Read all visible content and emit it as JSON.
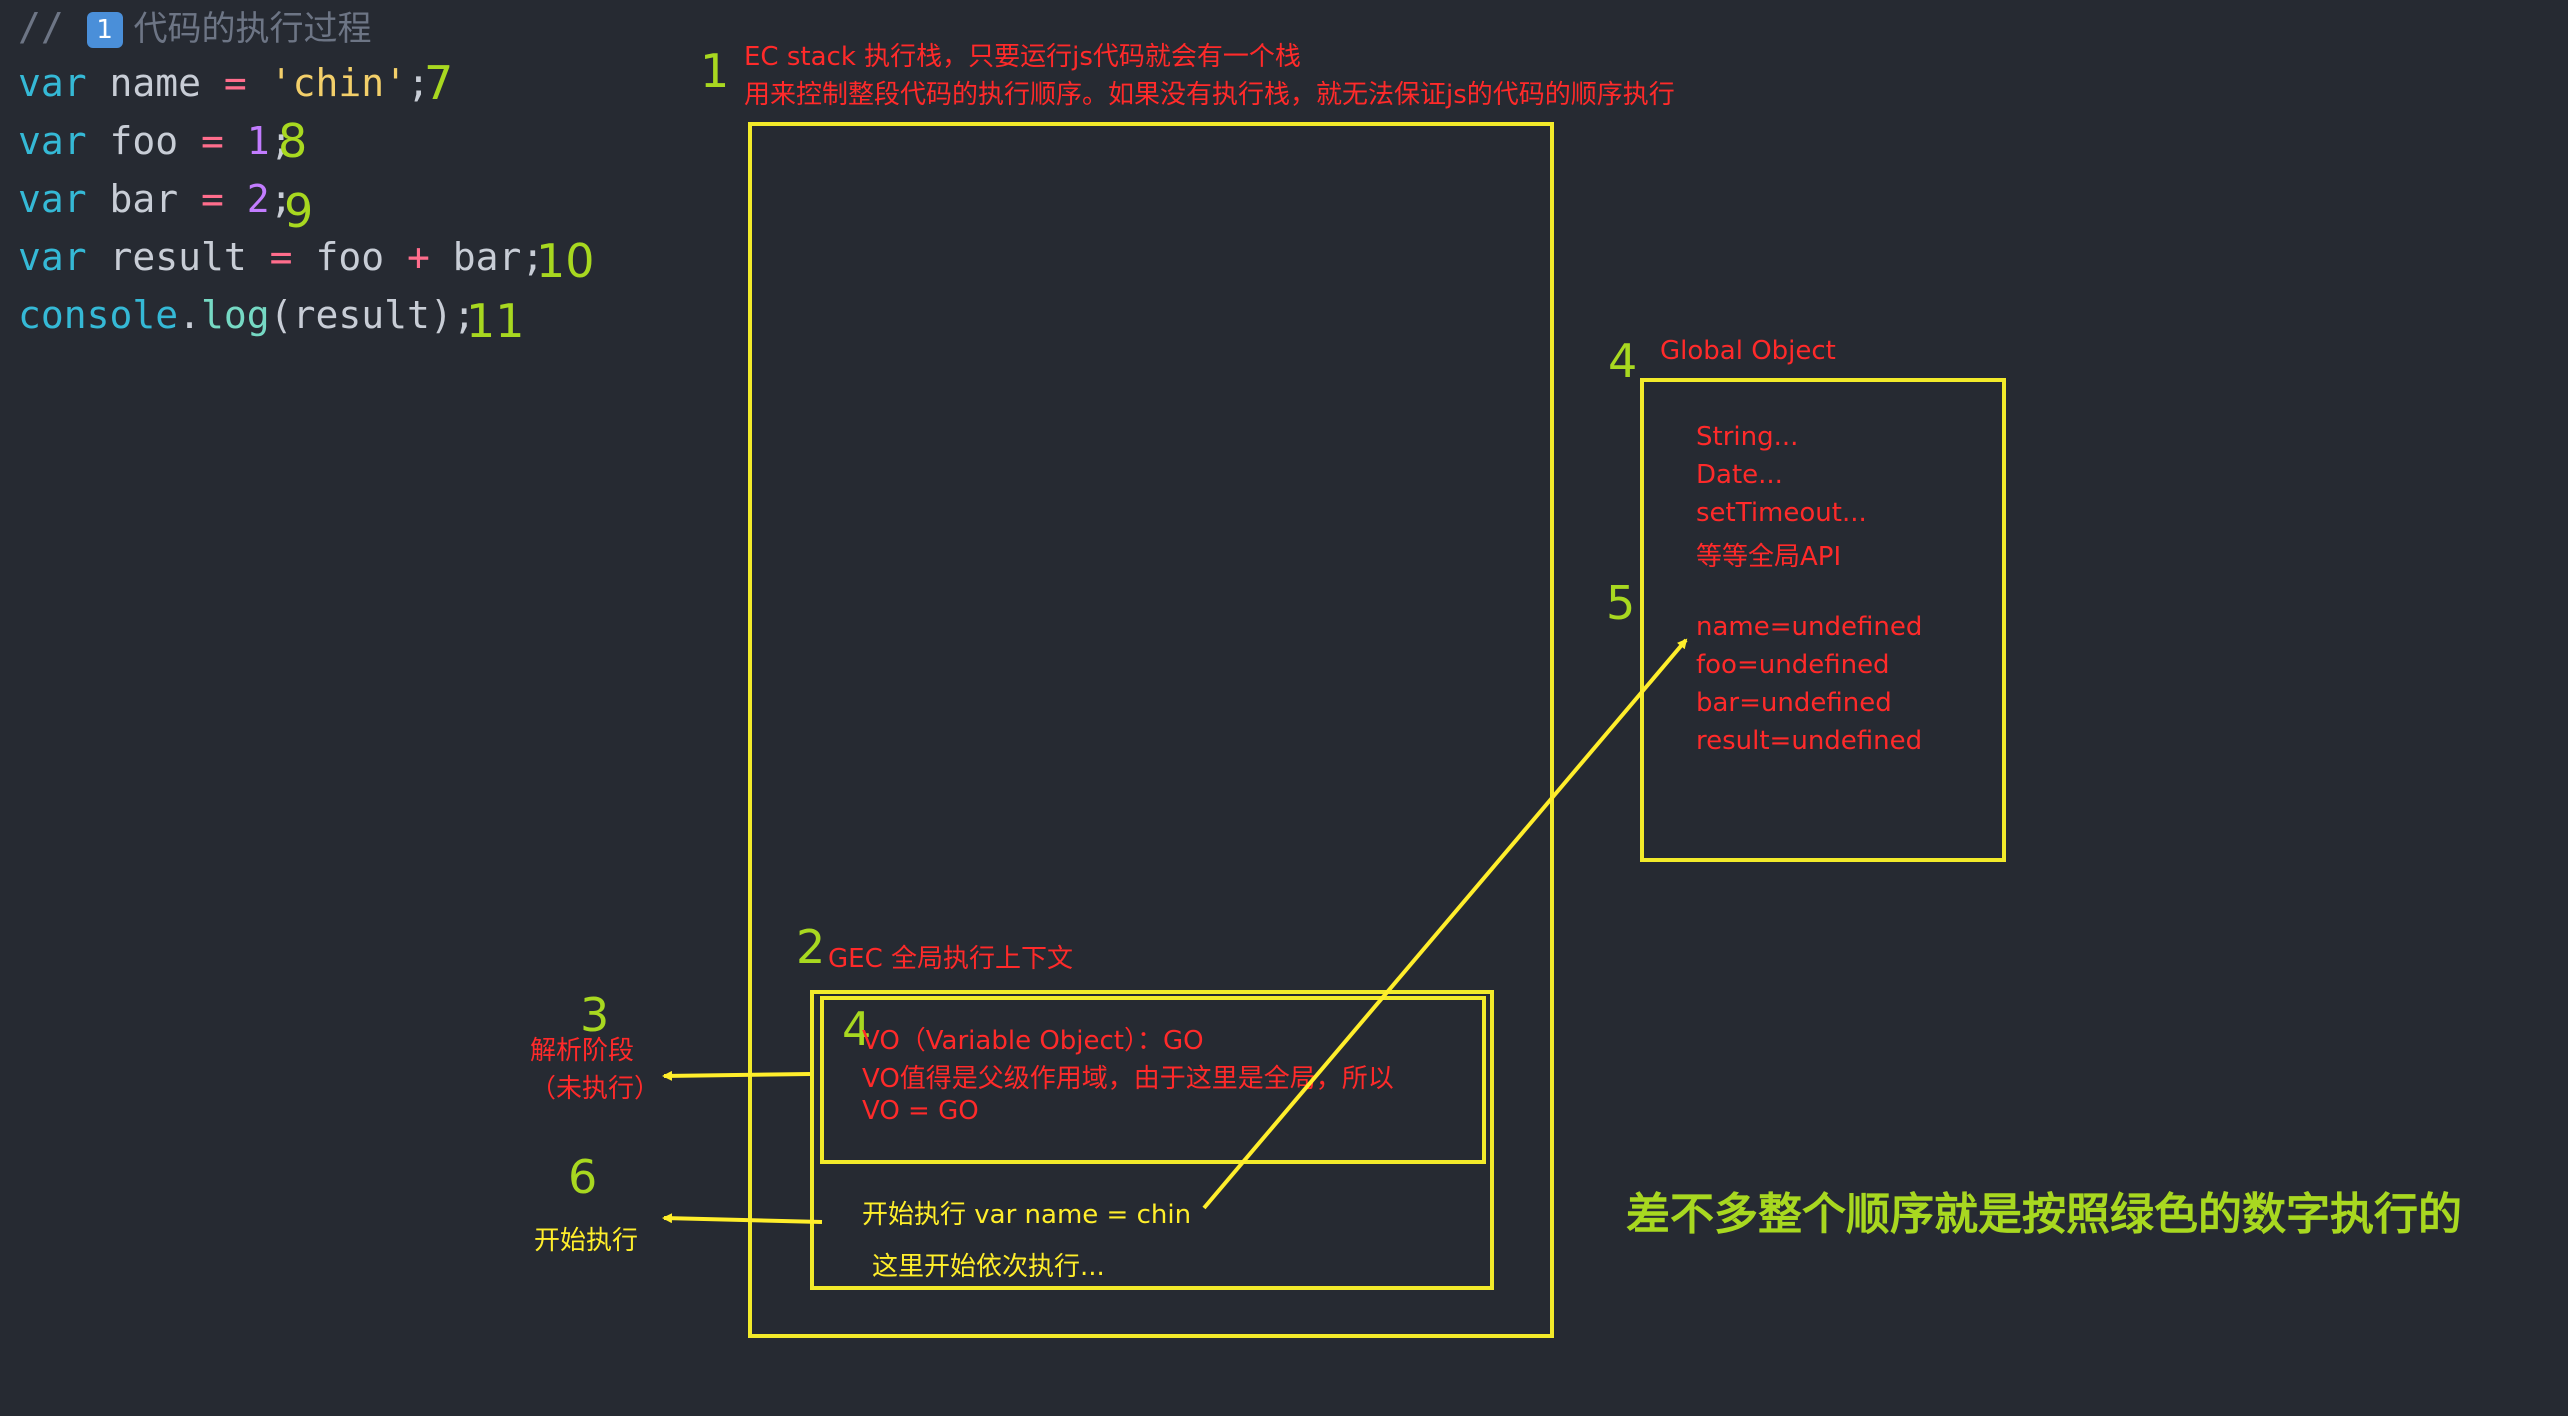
{
  "code": {
    "comment": "// ",
    "comment_emoji": "1",
    "comment_text": " 代码的执行过程",
    "line1": {
      "kw": "var",
      "name": " name ",
      "op": "=",
      "str": " 'chin'",
      "end": ";",
      "step": "7"
    },
    "line2": {
      "kw": "var",
      "name": " foo ",
      "op": "=",
      "num": " 1",
      "end": ";",
      "step": "8"
    },
    "line3": {
      "kw": "var",
      "name": " bar ",
      "op": "=",
      "num": " 2",
      "end": ";",
      "step": "9"
    },
    "line4": {
      "kw": "var",
      "name": " result ",
      "op": "=",
      "a": " foo ",
      "plus": "+",
      "b": " bar;",
      "step": "10"
    },
    "line5": {
      "obj": "console",
      "dot": ".",
      "method": "log",
      "rest": "(result);",
      "step": "11"
    }
  },
  "ec_stack": {
    "step": "1",
    "title": "EC stack 执行栈，只要运行js代码就会有一个栈",
    "desc": "用来控制整段代码的执行顺序。如果没有执行栈，就无法保证js的代码的顺序执行"
  },
  "gec": {
    "step": "2",
    "title": "GEC 全局执行上下文"
  },
  "vo": {
    "step": "4",
    "line1": "VO（Variable Object）：GO",
    "line2": "VO值得是父级作用域，由于这里是全局，所以",
    "line3": "VO = GO"
  },
  "execution": {
    "line1": "开始执行 var name = chin",
    "line2": "这里开始依次执行..."
  },
  "parse_phase": {
    "step": "3",
    "line1": "解析阶段",
    "line2": "（未执行）"
  },
  "start_exec": {
    "step": "6",
    "label": "开始执行"
  },
  "global_object": {
    "step": "4",
    "title": "Global Object",
    "apis": [
      "String...",
      "Date...",
      "setTimeout...",
      "等等全局API"
    ],
    "vars_step": "5",
    "vars": [
      "name=undefined",
      "foo=undefined",
      "bar=undefined",
      "result=undefined"
    ]
  },
  "summary": "差不多整个顺序就是按照绿色的数字执行的",
  "colors": {
    "background": "#262a32",
    "box_stroke": "#f2ea2a",
    "annotation_red": "#ff2a2a",
    "step_green": "#a8d820",
    "arrow_yellow": "#ffee2b"
  }
}
